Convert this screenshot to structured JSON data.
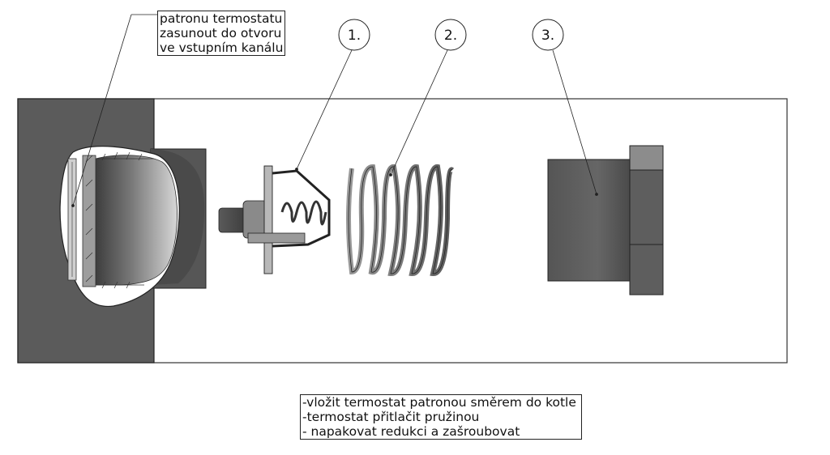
{
  "note_top": {
    "lines": [
      "patronu termostatu",
      "zasunout do otvoru",
      "ve vstupním kanálu"
    ]
  },
  "note_bottom": {
    "lines": [
      "-vložit termostat patronou směrem do kotle",
      "-termostat přitlačit pružinou",
      "- napakovat redukci a zašroubovat"
    ]
  },
  "callouts": [
    {
      "id": "callout-1",
      "label": "1."
    },
    {
      "id": "callout-2",
      "label": "2."
    },
    {
      "id": "callout-3",
      "label": "3."
    }
  ]
}
